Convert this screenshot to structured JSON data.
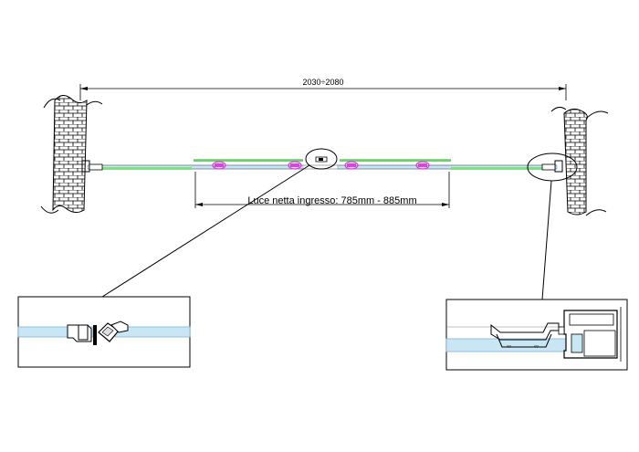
{
  "drawing": {
    "overall_dimension": "2030÷2080",
    "opening_label": "Luce netta ingresso: 785mm - 885mm"
  },
  "colors": {
    "glass": "#c8e6f4",
    "glass_edge": "#7fb4d6",
    "seal_green": "#7ee07e",
    "roller_magenta": "#e040e0",
    "wall_line": "#000000"
  },
  "callouts": {
    "left_detail": "magnetic-seal-joint",
    "right_detail": "wall-profile"
  }
}
